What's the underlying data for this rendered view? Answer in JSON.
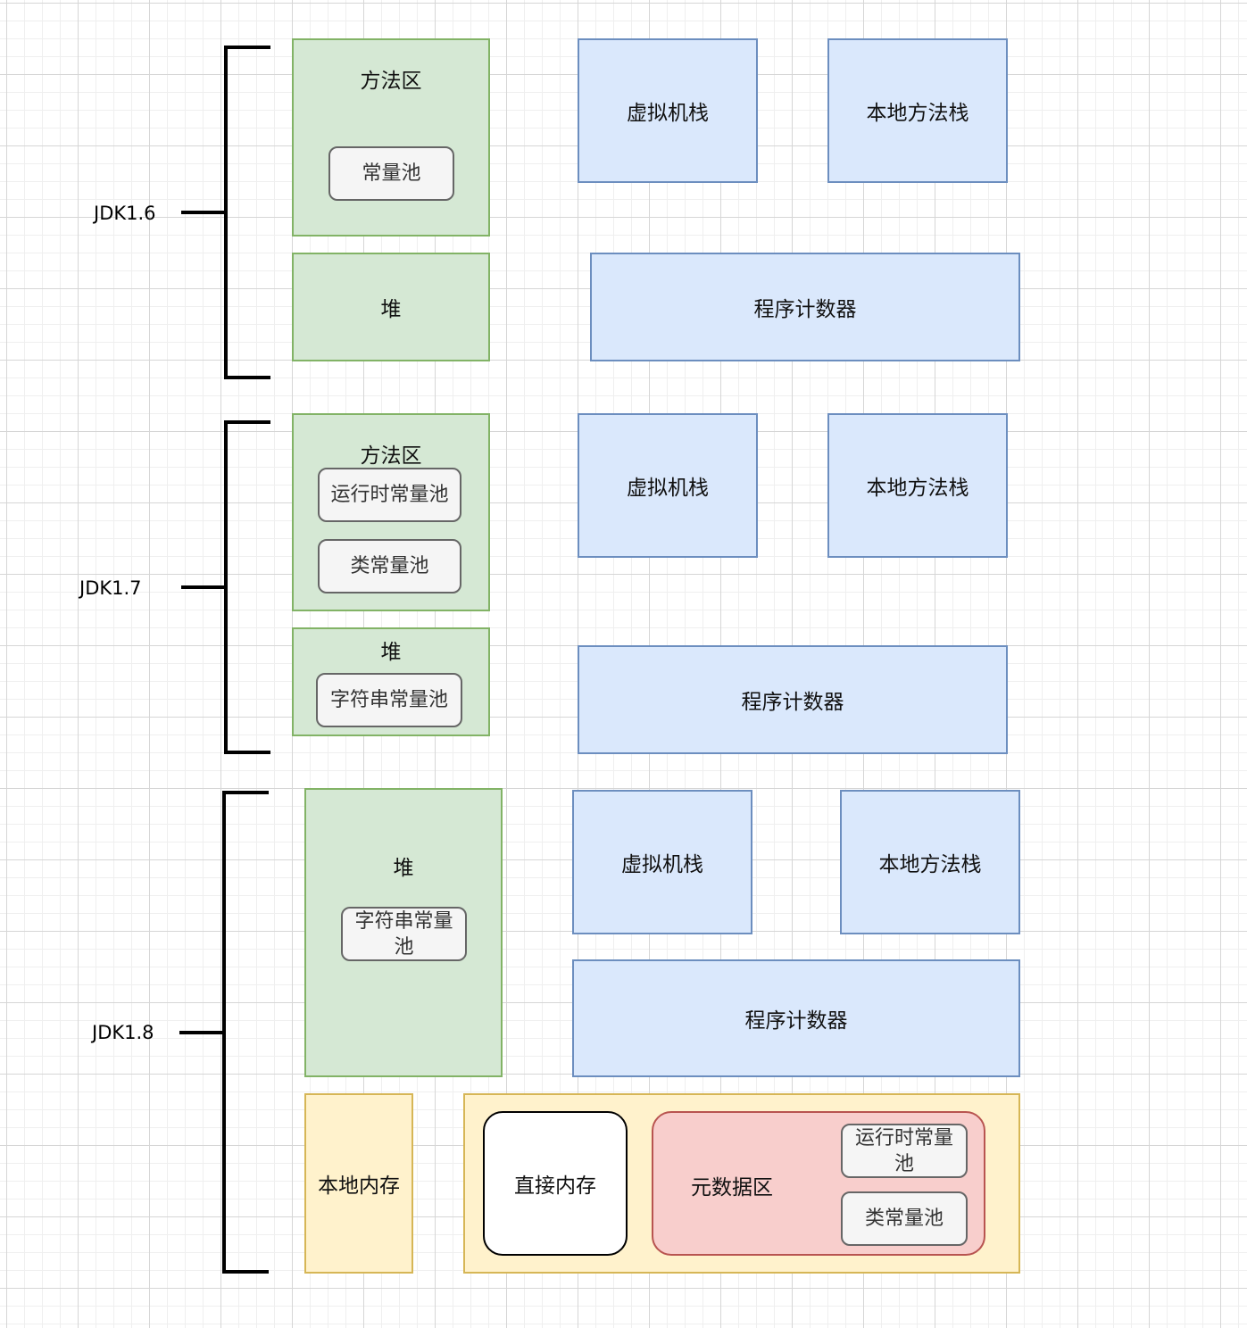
{
  "sections": {
    "jdk16": {
      "label": "JDK1.6",
      "method_area": {
        "title": "方法区",
        "constant_pool": "常量池"
      },
      "heap": "堆",
      "vm_stack": "虚拟机栈",
      "native_stack": "本地方法栈",
      "pc": "程序计数器"
    },
    "jdk17": {
      "label": "JDK1.7",
      "method_area": {
        "title": "方法区",
        "runtime_pool": "运行时常量池",
        "class_pool": "类常量池"
      },
      "heap": {
        "title": "堆",
        "string_pool": "字符串常量池"
      },
      "vm_stack": "虚拟机栈",
      "native_stack": "本地方法栈",
      "pc": "程序计数器"
    },
    "jdk18": {
      "label": "JDK1.8",
      "heap": {
        "title": "堆",
        "string_pool": "字符串常量池"
      },
      "vm_stack": "虚拟机栈",
      "native_stack": "本地方法栈",
      "pc": "程序计数器",
      "native_memory": "本地内存",
      "direct_memory": "直接内存",
      "metaspace": {
        "title": "元数据区",
        "runtime_pool": "运行时常量池",
        "class_pool": "类常量池"
      }
    }
  },
  "colors": {
    "green_fill": "#d5e8d4",
    "green_border": "#82b366",
    "blue_fill": "#dae8fc",
    "blue_border": "#6c8ebf",
    "yellow_fill": "#fff2cc",
    "yellow_border": "#d6b656",
    "pink_fill": "#f8cecc",
    "pink_border": "#b85450",
    "pill_fill": "#f5f5f5",
    "pill_border": "#666666"
  }
}
